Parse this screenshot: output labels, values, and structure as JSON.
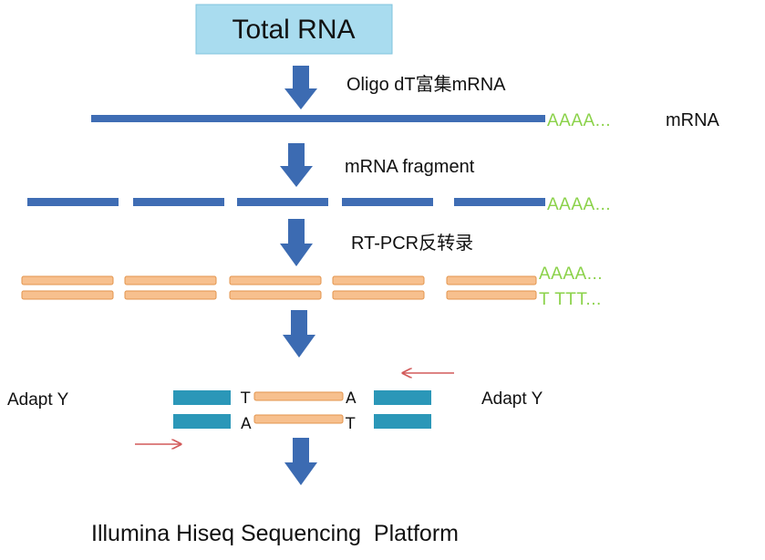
{
  "title_box": {
    "label": "Total RNA"
  },
  "steps": {
    "enrich": "Oligo dT富集mRNA",
    "fragment": "mRNA fragment",
    "rtpcr": "RT-PCR反转录"
  },
  "mrna_label": "mRNA",
  "poly_a": "AAAA...",
  "poly_t": "T TTT...",
  "adapter": {
    "left_label": "Adapt Y",
    "right_label": "Adapt Y",
    "top_left_base": "T",
    "top_right_base": "A",
    "bottom_left_base": "A",
    "bottom_right_base": "T"
  },
  "platform_label": "Illumina Hiseq Sequencing  Platform",
  "colors": {
    "box_fill": "#a9dcef",
    "rna_blue": "#3f6db4",
    "arrow_blue": "#3c6bb2",
    "cdna_orange": "#f7c08e",
    "cdna_stroke": "#e3954e",
    "tail_green": "#8bd24a",
    "adapter_teal": "#2b97b8",
    "primer_red": "#d25a5a"
  }
}
